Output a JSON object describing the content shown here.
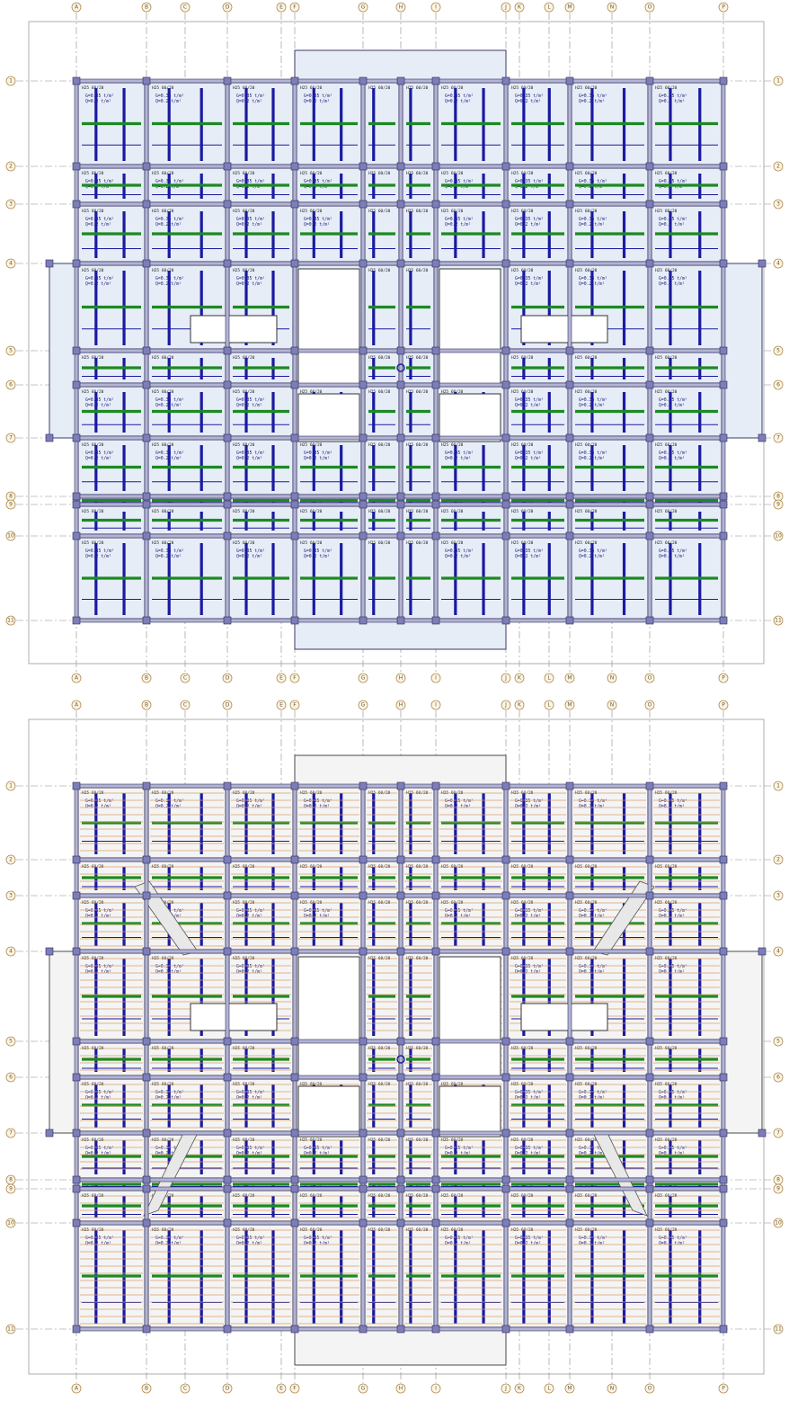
{
  "axes_columns": [
    "A",
    "B",
    "C",
    "D",
    "E",
    "F",
    "G",
    "H",
    "I",
    "J",
    "K",
    "L",
    "M",
    "N",
    "O",
    "P"
  ],
  "axes_rows_top": [
    "1",
    "2",
    "3",
    "4",
    "5",
    "6",
    "7",
    "8",
    "9",
    "10",
    "11"
  ],
  "axes_rows_bottom": [
    "1",
    "2",
    "3",
    "4",
    "5",
    "6",
    "7",
    "8",
    "9",
    "10",
    "11"
  ],
  "beam_label": "H25 60/20",
  "load_text_g": "G=0.35 t/m²",
  "load_text_q": "Q=0.2 t/m²",
  "colors": {
    "panel_fill": "#e6edf7",
    "rebar_blue": "#1a1aa0",
    "rebar_green": "#1c8a22",
    "beam_fill": "#b4b4d2",
    "column_fill": "#7d7db8",
    "joist_orange": "#d9a06a",
    "bubble_fill": "#fbf5e6"
  }
}
